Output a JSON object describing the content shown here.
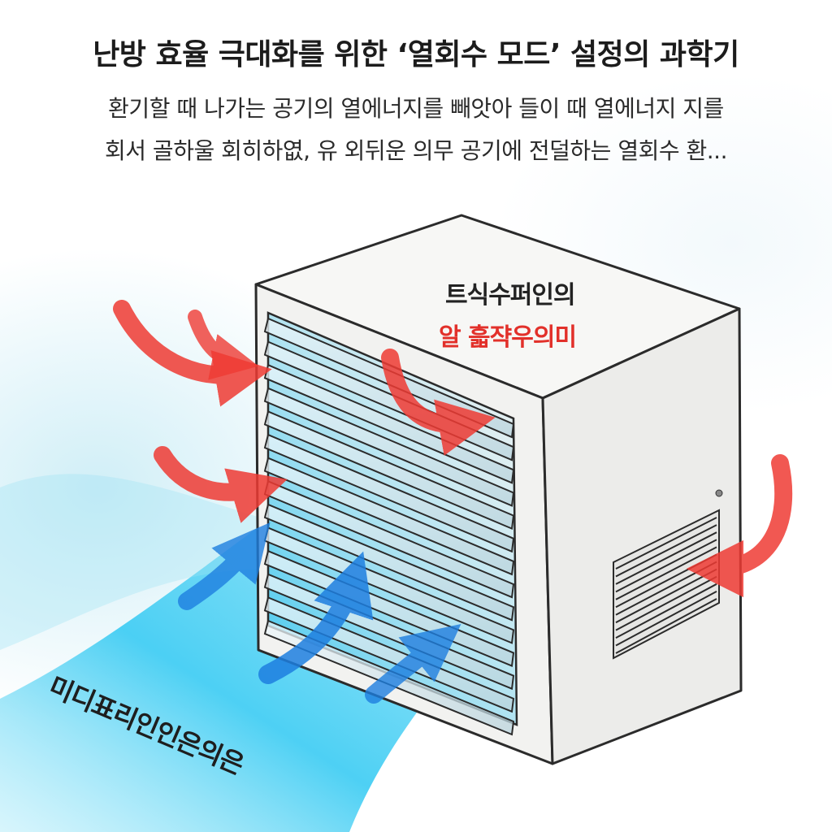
{
  "title": "난방 효율 극대화를 위한 ‘열회수 모드’ 설정의 과학기",
  "subtitle_lines": [
    "환기할 때 나가는 공기의 열에너지를 빼앗아 들이 때 열에너지 지를",
    "회서 골하울 회히하엾, 유 외뒤운 의무 공기에 전덜하는 열회수 환..."
  ],
  "unit_label_line1": "트식수퍼인의",
  "unit_label_line2": "알 흛쟉우의미",
  "cool_air_label": "미디표리인인은의은",
  "colors": {
    "warm_arrow": "#ef3b34",
    "cool_arrow": "#1e88e5",
    "cool_stream": "#29c4f0",
    "unit_body": "#f4f4f2",
    "outline": "#2b2b2b"
  }
}
